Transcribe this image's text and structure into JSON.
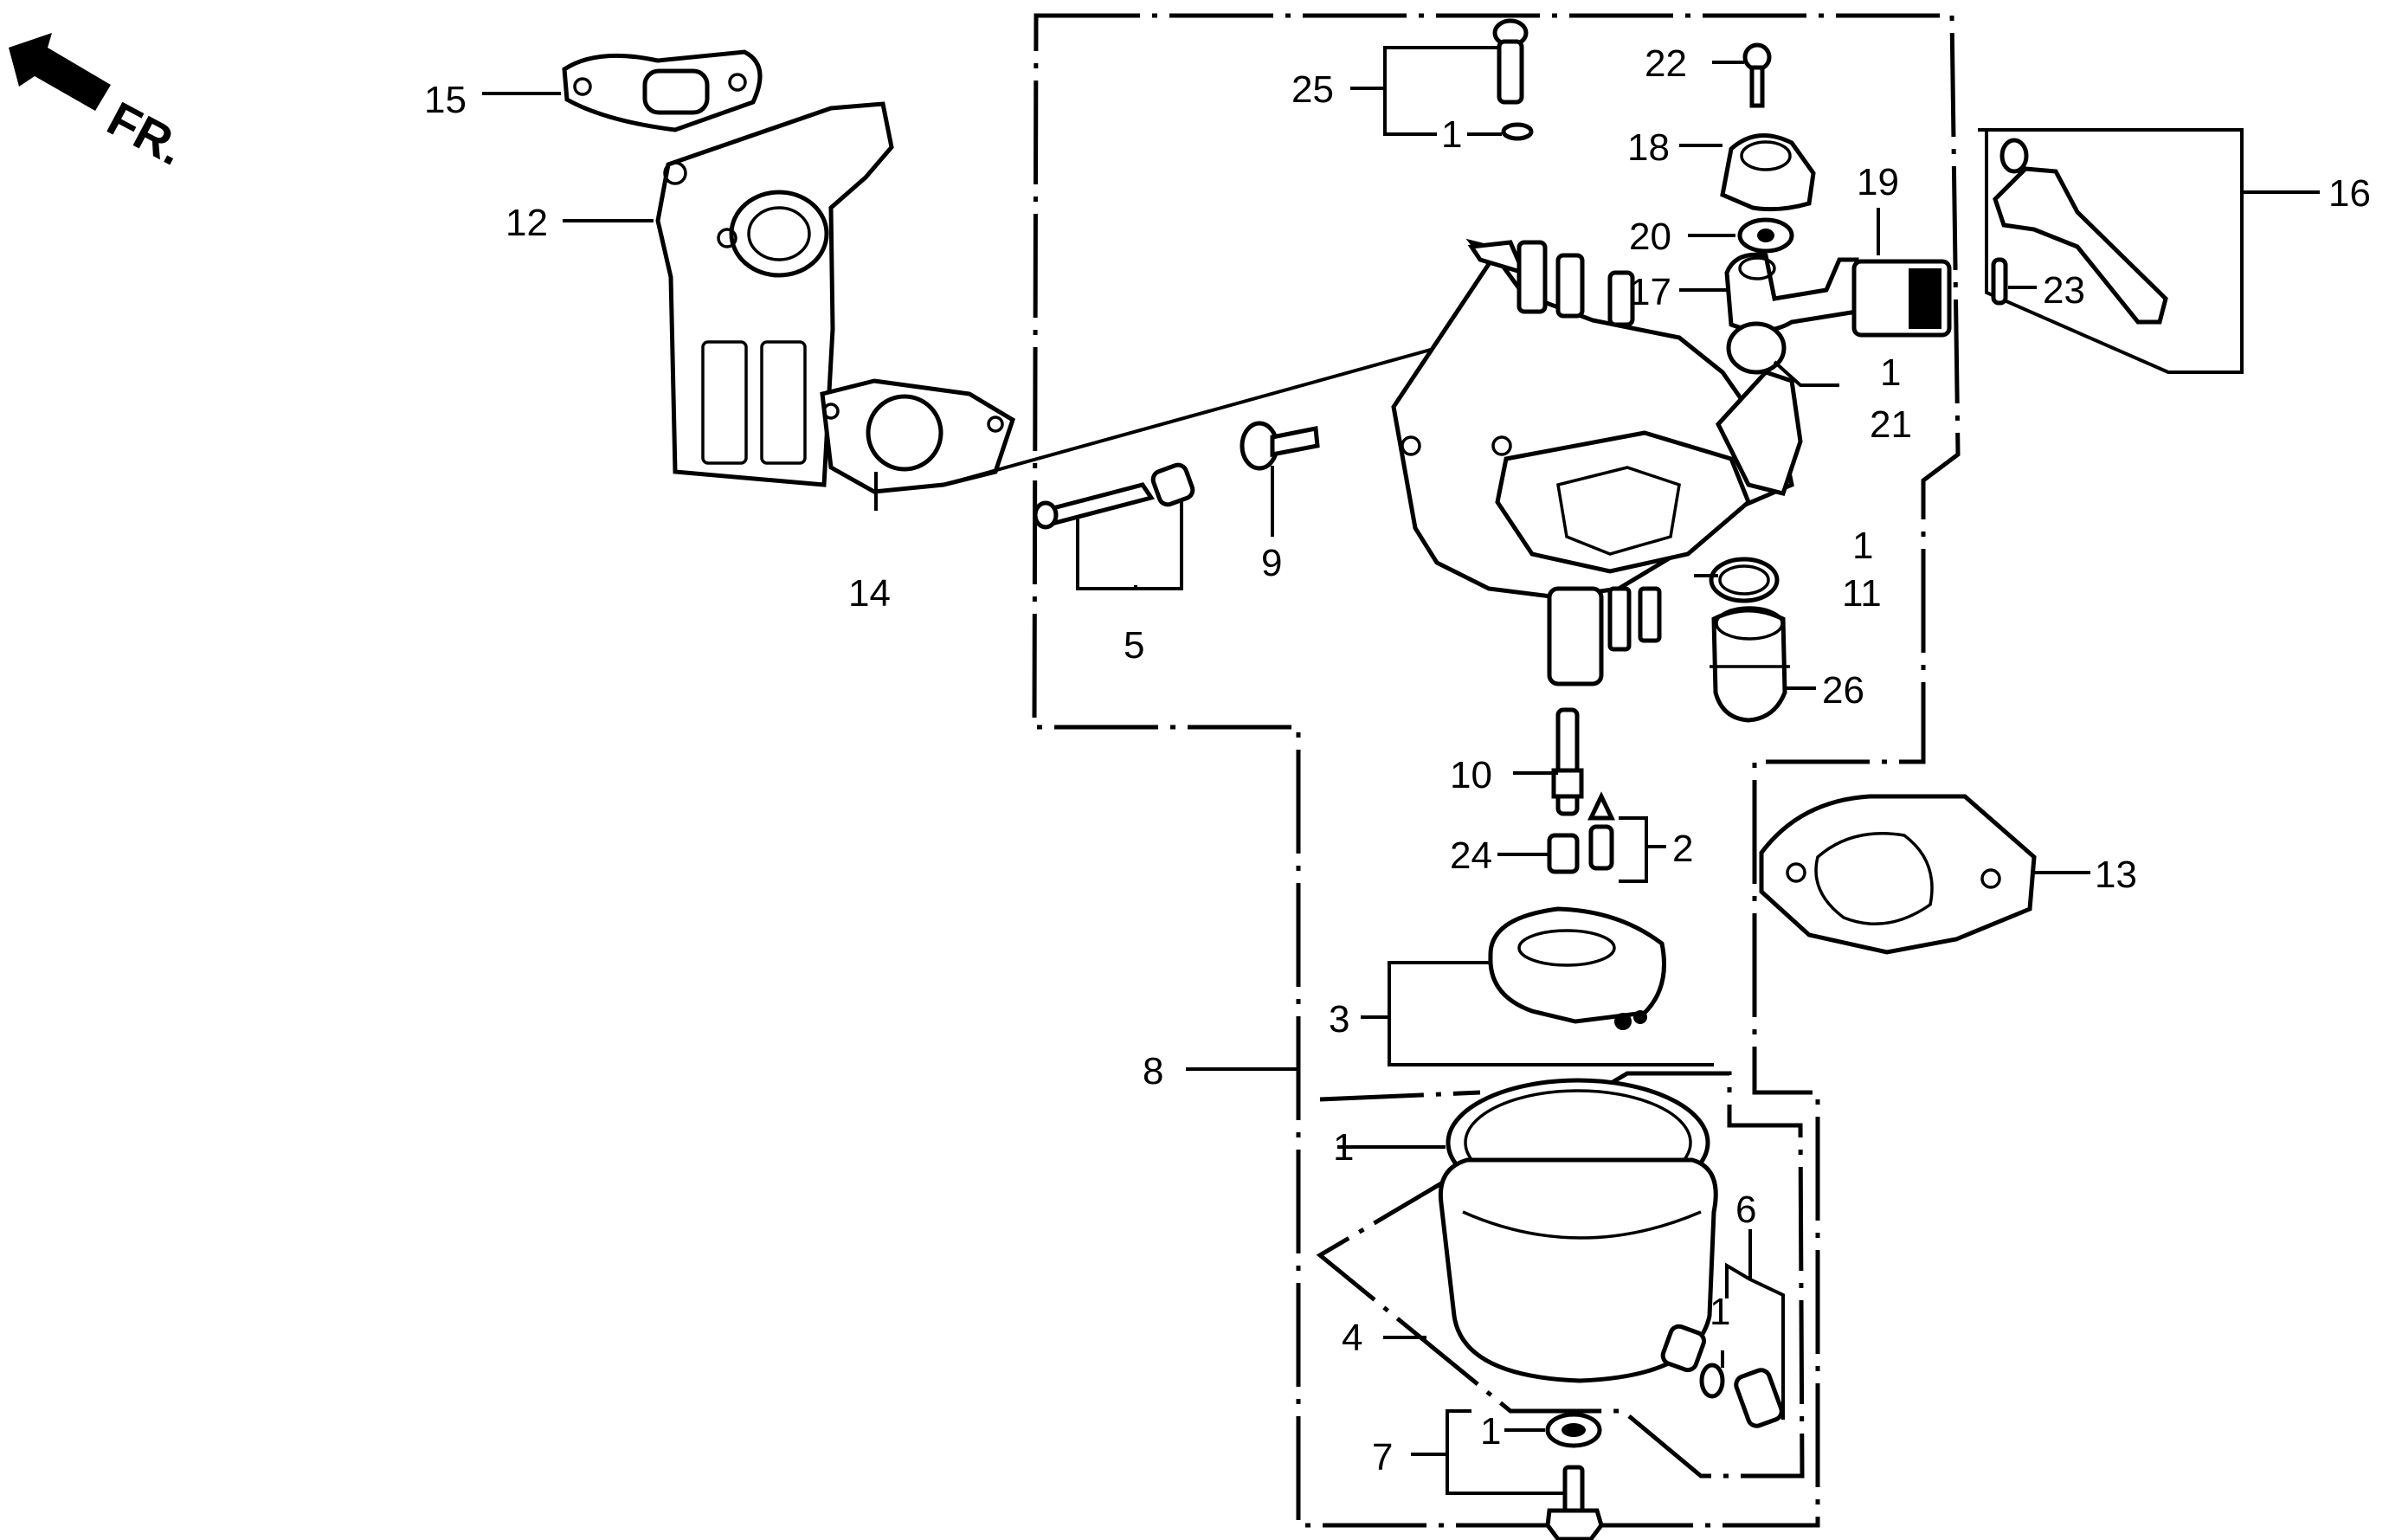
{
  "diagram": {
    "title_indicator": "FR.",
    "direction_icon": "arrow-front-icon",
    "callouts": [
      {
        "id": "c15",
        "label": "15",
        "part": "insulator-gasket-top"
      },
      {
        "id": "c12",
        "label": "12",
        "part": "carburetor-insulator-bracket"
      },
      {
        "id": "c14",
        "label": "14",
        "part": "carburetor-gasket"
      },
      {
        "id": "c5",
        "label": "5",
        "part": "throttle-stop-screw-set"
      },
      {
        "id": "c9",
        "label": "9",
        "part": "pilot-screw"
      },
      {
        "id": "c25",
        "label": "25",
        "part": "drain-bolt-set"
      },
      {
        "id": "c1a",
        "label": "1",
        "part": "o-ring-washer"
      },
      {
        "id": "c22",
        "label": "22",
        "part": "screw"
      },
      {
        "id": "c18",
        "label": "18",
        "part": "choke-cover"
      },
      {
        "id": "c19",
        "label": "19",
        "part": "choke-knob"
      },
      {
        "id": "c20",
        "label": "20",
        "part": "washer"
      },
      {
        "id": "c17",
        "label": "17",
        "part": "choke-lever"
      },
      {
        "id": "c1b",
        "label": "1",
        "part": "o-ring"
      },
      {
        "id": "c21",
        "label": "21",
        "part": "choke-valve"
      },
      {
        "id": "c16",
        "label": "16",
        "part": "throttle-lever-set"
      },
      {
        "id": "c23",
        "label": "23",
        "part": "pin"
      },
      {
        "id": "c1c",
        "label": "1",
        "part": "o-ring"
      },
      {
        "id": "c11",
        "label": "11",
        "part": "gasket"
      },
      {
        "id": "c26",
        "label": "26",
        "part": "air-cleaner-element"
      },
      {
        "id": "c10",
        "label": "10",
        "part": "main-nozzle"
      },
      {
        "id": "c2",
        "label": "2",
        "part": "float-valve-set"
      },
      {
        "id": "c24",
        "label": "24",
        "part": "main-jet"
      },
      {
        "id": "c13",
        "label": "13",
        "part": "air-cleaner-gasket"
      },
      {
        "id": "c3",
        "label": "3",
        "part": "float-set"
      },
      {
        "id": "c8",
        "label": "8",
        "part": "carburetor-assembly"
      },
      {
        "id": "c1d",
        "label": "1",
        "part": "float-chamber-gasket"
      },
      {
        "id": "c6",
        "label": "6",
        "part": "drain-screw-set"
      },
      {
        "id": "c1e",
        "label": "1",
        "part": "washer"
      },
      {
        "id": "c4",
        "label": "4",
        "part": "float-chamber-set"
      },
      {
        "id": "c1f",
        "label": "1",
        "part": "washer"
      },
      {
        "id": "c7",
        "label": "7",
        "part": "bolt-set"
      }
    ]
  }
}
